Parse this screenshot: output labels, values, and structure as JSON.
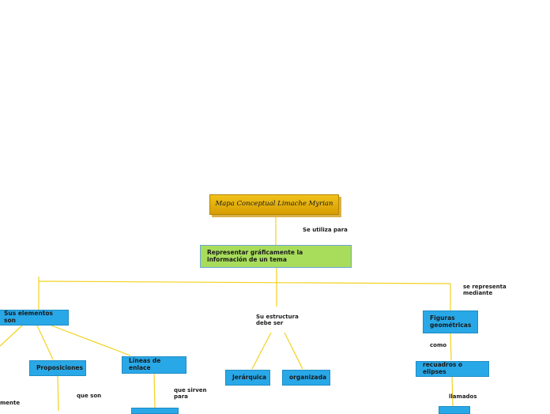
{
  "title": "Mapa Conceptual   Limache Myrian",
  "central": "Representar gráficamente la información de un tema",
  "nodes": {
    "elementos": "Sus elementos son",
    "proposiciones": "Proposiciones",
    "lineas": "Líneas de enlace",
    "jerarquica": "Jerárquica",
    "organizada": "organizada",
    "figuras": "Figuras geométricas",
    "recuadros": "recuadros o elipses"
  },
  "links": {
    "utiliza": "Se utiliza para",
    "estructura": "Su estructura\ndebe ser",
    "representa": "se representa\nmediante",
    "como": "como",
    "llamados": "llamados",
    "que_son": "que son",
    "sirven": "que sirven\npara",
    "mente": "mente"
  },
  "colors": {
    "connector": "#f2d21f",
    "node_blue": "#29a8e8",
    "node_green": "#a8dd5c",
    "title_gold": "#e3b20f"
  }
}
